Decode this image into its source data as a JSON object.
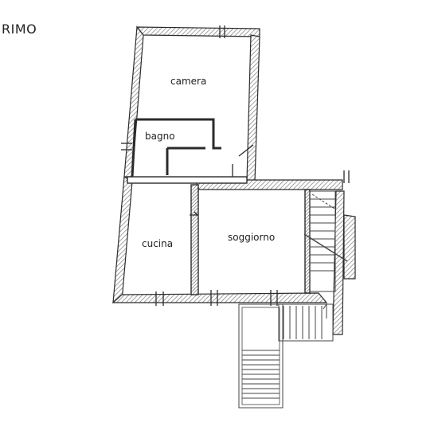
{
  "floor_label": "RIMO",
  "rooms": {
    "camera": "camera",
    "bagno": "bagno",
    "cucina": "cucina",
    "soggiorno": "soggiorno"
  },
  "colors": {
    "wall": "#2b2b2b",
    "hatch": "#8a8a8a",
    "background": "#ffffff"
  }
}
